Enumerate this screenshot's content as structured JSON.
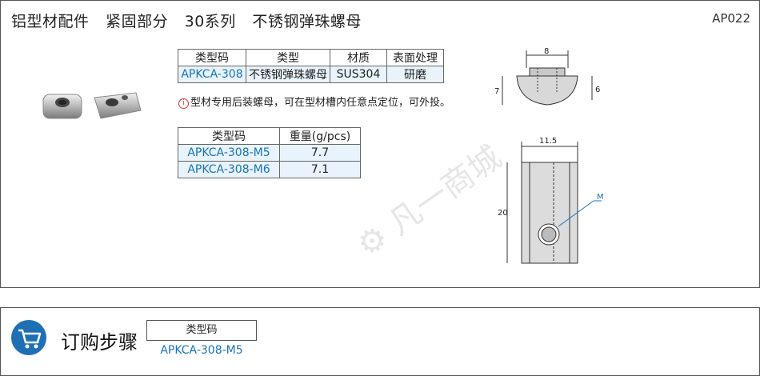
{
  "header": {
    "title_parts": [
      "铝型材配件",
      "紧固部分",
      "30系列",
      "不锈钢弹珠螺母"
    ],
    "code": "AP022"
  },
  "spec_table": {
    "headers": [
      "类型码",
      "类型",
      "材质",
      "表面处理"
    ],
    "row": [
      "APKCA-308",
      "不锈钢弹珠螺母",
      "SUS304",
      "研磨"
    ]
  },
  "note": "型材专用后装螺母，可在型材槽内任意点定位，可外投。",
  "weight_table": {
    "headers": [
      "类型码",
      "重量(g/pcs)"
    ],
    "rows": [
      [
        "APKCA-308-M5",
        "7.7"
      ],
      [
        "APKCA-308-M6",
        "7.1"
      ]
    ]
  },
  "drawing": {
    "dim_top_width": "8",
    "dim_left_height": "7",
    "dim_right_height": "6",
    "dim_bottom_width": "11.5",
    "dim_length": "20",
    "thread_label": "M"
  },
  "order": {
    "title": "订购步骤",
    "box_label": "类型码",
    "value": "APKCA-308-M5"
  },
  "colors": {
    "accent_blue": "#1a73b8",
    "cart_blue": "#1f6fb5",
    "table_fill": "#e8f3fb"
  }
}
